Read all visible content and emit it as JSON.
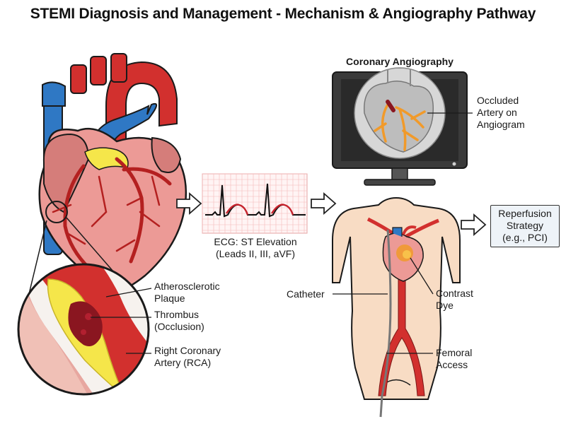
{
  "title": "STEMI Diagnosis and Management - Mechanism & Angiography Pathway",
  "labels": {
    "plaque": [
      "Atherosclerotic",
      "Plaque"
    ],
    "thrombus": [
      "Thrombus",
      "(Occlusion)"
    ],
    "rca": [
      "Right Coronary",
      "Artery (RCA)"
    ],
    "ecg": [
      "ECG: ST Elevation",
      "(Leads II, III, aVF)"
    ],
    "angiography_title": "Coronary Angiography",
    "occluded": [
      "Occluded",
      "Artery on",
      "Angiogram"
    ],
    "reperfusion": [
      "Reperfusion",
      "Strategy",
      "(e.g., PCI)"
    ],
    "catheter": "Catheter",
    "contrast": [
      "Contrast",
      "Dye"
    ],
    "femoral": [
      "Femoral",
      "Access"
    ]
  },
  "colors": {
    "heart_muscle": "#ec9a96",
    "artery_red": "#cf2a2a",
    "vein_blue": "#2f78c4",
    "plaque_yellow": "#f5e64a",
    "thrombus_dark": "#8a1620",
    "monitor_frame": "#3a3a3a",
    "contrast_orange": "#f19a2a",
    "skin": "#f8dcc4",
    "ecg_grid": "#f3b7b7",
    "box_fill": "#eef3f8"
  }
}
